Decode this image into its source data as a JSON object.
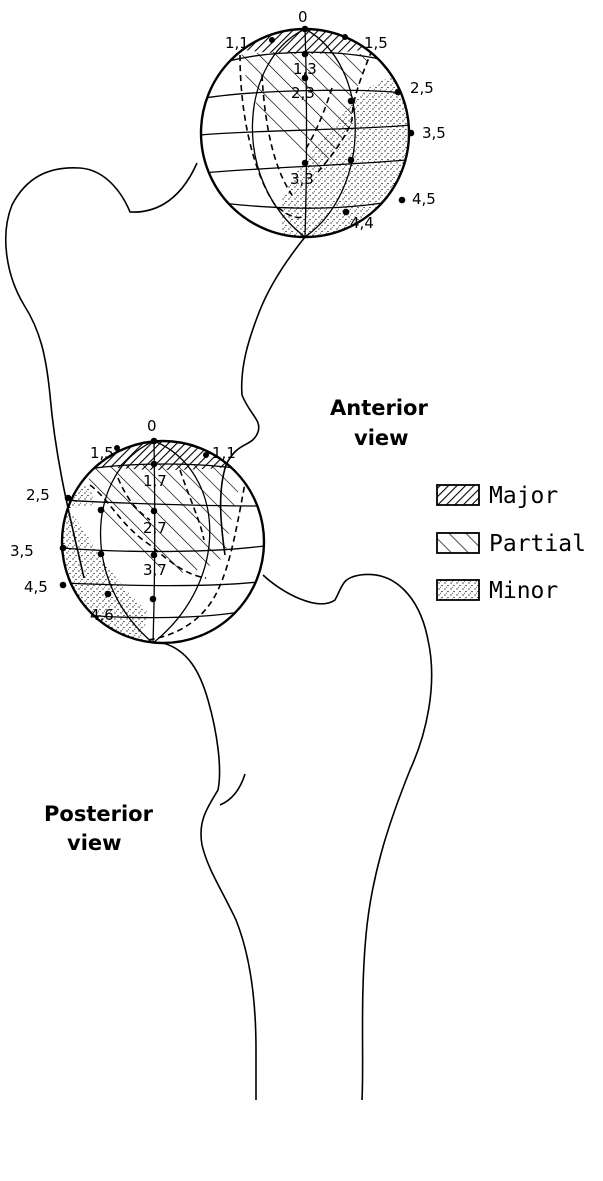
{
  "anterior": {
    "caption_line1": "Anterior",
    "caption_line2": "view",
    "points": {
      "p0": "0",
      "p11": "1,1",
      "p15": "1,5",
      "p13": "1,3",
      "p25": "2,5",
      "p23": "2,3",
      "p35": "3,5",
      "p33": "3,3",
      "p45": "4,5",
      "p44": "4,4"
    }
  },
  "posterior": {
    "caption_line1": "Posterior",
    "caption_line2": "view",
    "points": {
      "p0": "0",
      "p15": "1,5",
      "p11": "1,1",
      "p17": "1,7",
      "p25": "2,5",
      "p27": "2,7",
      "p35": "3,5",
      "p37": "3,7",
      "p45": "4,5",
      "p46": "4,6"
    }
  },
  "legend": {
    "major": "Major",
    "partial": "Partial",
    "minor": "Minor"
  }
}
